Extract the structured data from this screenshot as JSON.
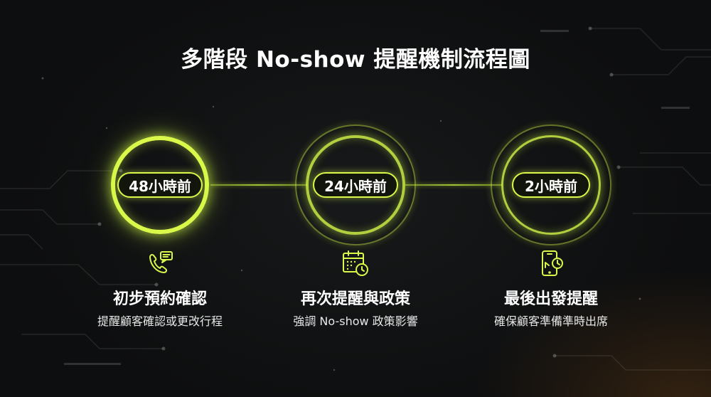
{
  "title": "多階段 No-show 提醒機制流程圖",
  "steps": [
    {
      "label": "48小時前",
      "title": "初步預約確認",
      "desc": "提醒顧客確認或更改行程",
      "icon": "phone-chat-icon"
    },
    {
      "label": "24小時前",
      "title": "再次提醒與政策",
      "desc": "強調 No-show 政策影響",
      "icon": "calendar-clock-icon"
    },
    {
      "label": "2小時前",
      "title": "最後出發提醒",
      "desc": "確保顧客準備準時出席",
      "icon": "mobile-alert-icon"
    }
  ],
  "colors": {
    "accent": "#d9f84a",
    "background": "#0f1011",
    "text": "#ffffff"
  }
}
